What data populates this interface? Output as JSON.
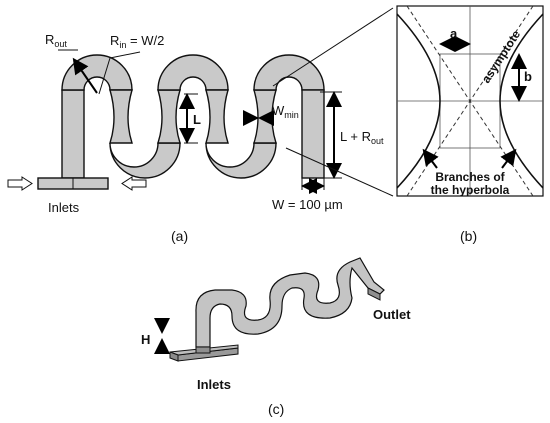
{
  "panel_a": {
    "label": "(a)",
    "r_out_label": "R",
    "r_out_sub": "out",
    "r_in_label": "R",
    "r_in_sub": "in",
    "r_in_expr": " = W/2",
    "l_label": "L",
    "w_min_label": "W",
    "w_min_sub": "min",
    "l_plus_r_label": "L + R",
    "l_plus_r_sub": "out",
    "width_label": "W = 100 µm",
    "inlets_label": "Inlets"
  },
  "panel_b": {
    "label": "(b)",
    "a_label": "a",
    "b_label": "b",
    "asymptote_label": "asymptote",
    "branches_line1": "Branches of",
    "branches_line2": "the hyperbola"
  },
  "panel_c": {
    "label": "(c)",
    "h_label": "H",
    "outlet_label": "Outlet",
    "inlets_label": "Inlets"
  }
}
